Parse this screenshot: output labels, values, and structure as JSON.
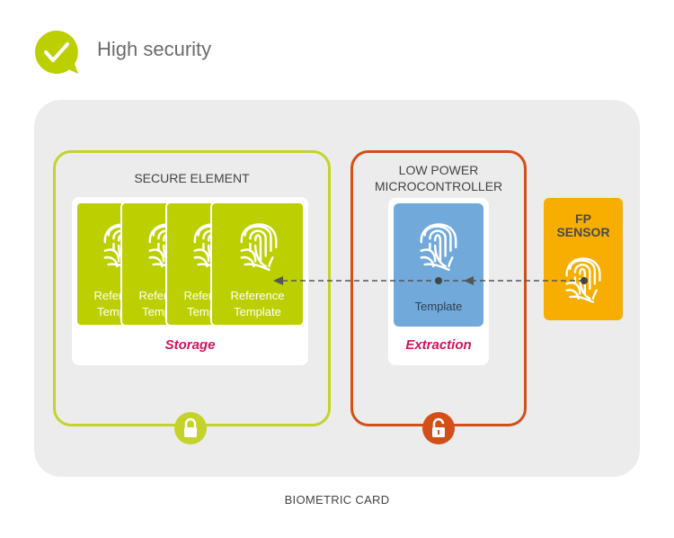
{
  "header": {
    "title": "High security",
    "icon": "check-bubble-icon",
    "color": "#bccf00"
  },
  "diagram": {
    "secure_element": {
      "title": "SECURE ELEMENT",
      "card_label_line1": "Reference",
      "card_label_line2": "Template",
      "footer": "Storage",
      "color": "#c4d22a",
      "lock": "closed-lock-icon"
    },
    "microcontroller": {
      "title_line1": "LOW POWER",
      "title_line2": "MICROCONTROLLER",
      "card_label": "Template",
      "footer": "Extraction",
      "color": "#d24f1a",
      "lock": "open-lock-icon"
    },
    "sensor": {
      "title_line1": "FP",
      "title_line2": "SENSOR",
      "color": "#f7ae00"
    },
    "caption": "BIOMETRIC CARD"
  }
}
